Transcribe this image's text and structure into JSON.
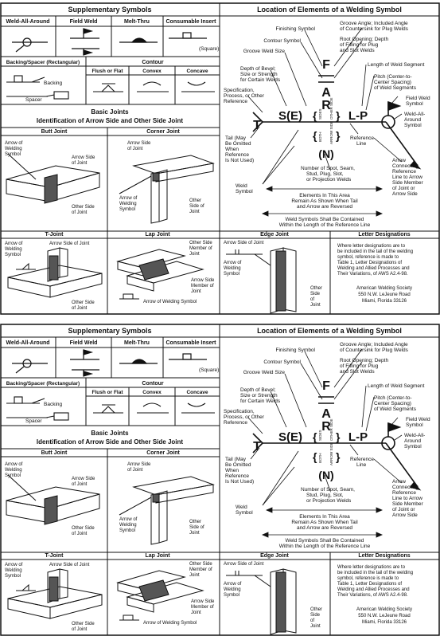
{
  "supplementary": {
    "title": "Supplementary Symbols",
    "cols": [
      "Weld-All-Around",
      "Field Weld",
      "Melt-Thru",
      "Consumable Insert"
    ],
    "square": "(Square)",
    "backing_title": "Backing/Spacer (Rectangular)",
    "contour_title": "Contour",
    "contour_cols": [
      "Flush or Flat",
      "Convex",
      "Concave"
    ],
    "backing": "Backing",
    "spacer": "Spacer"
  },
  "basic_joints": {
    "title1": "Basic Joints",
    "title2": "Identification of Arrow Side and Other Side Joint",
    "butt": {
      "title": "Butt Joint",
      "arrow_of": "Arrow of",
      "welding": "Welding",
      "symbol": "Symbol",
      "arrow_side_1": "Arrow Side",
      "arrow_side_2": "of Joint",
      "other_side_1": "Other Side",
      "other_side_2": "of Joint"
    },
    "corner": {
      "title": "Corner Joint",
      "arrow_side_1": "Arrow Side",
      "arrow_side_2": "of Joint",
      "arrow_of": "Arrow of",
      "welding": "Welding",
      "symbol": "Symbol",
      "other_1": "Other",
      "other_2": "Side of",
      "other_3": "Joint"
    },
    "tjoint": {
      "title": "T-Joint",
      "arrow_of": "Arrow of",
      "welding": "Welding",
      "symbol": "Symbol",
      "arrow_side": "Arrow Side of Joint",
      "other_side_1": "Other Side",
      "other_side_2": "of Joint"
    },
    "lap": {
      "title": "Lap Joint",
      "other_1": "Other Side",
      "other_2": "Member of",
      "other_3": "Joint",
      "arrow_1": "Arrow Side",
      "arrow_2": "Member of",
      "arrow_3": "Joint",
      "arrow_weld": "Arrow of Welding Symbol"
    },
    "edge": {
      "title": "Edge Joint",
      "arrow_side": "Arrow Side of Joint",
      "arrow_of": "Arrow of",
      "welding": "Welding",
      "symbol": "Symbol",
      "other_1": "Other",
      "other_2": "Side",
      "other_3": "of",
      "other_4": "Joint"
    }
  },
  "location": {
    "title": "Location of Elements of a Welding Symbol",
    "finishing": "Finishing Symbol",
    "contour": "Contour Symbol",
    "groove_size": "Groove Weld Size",
    "depth": [
      "Depth of Bevel;",
      "Size or Strength",
      "for Certain Welds"
    ],
    "spec": [
      "Specification,",
      "Process, or Other",
      "Reference"
    ],
    "tail": [
      "Tail (May",
      "Be Omitted",
      "When",
      "Reference",
      "Is Not Used)"
    ],
    "groove_angle": [
      "Groove Angle; Included Angle",
      "of Countersink for Plug Welds"
    ],
    "root": [
      "Root Opening; Depth",
      "of Filling for Plug",
      "and Slot Welds"
    ],
    "length": "Length of Weld Segment",
    "pitch": [
      "Pitch (Center-to-",
      "Center Spacing)",
      "of Weld Segments"
    ],
    "field": [
      "Field Weld",
      "Symbol"
    ],
    "waa": [
      "Weld-All-",
      "Around",
      "Symbol"
    ],
    "ref_line": [
      "Reference",
      "Line"
    ],
    "arrow_conn": [
      "Arrow",
      "Connecting",
      "Reference",
      "Line to Arrow",
      "Side Member",
      "of Joint or",
      "Arrow Side"
    ],
    "number": [
      "Number of Spot, Seam,",
      "Stud, Plug, Slot,",
      "or Projection Welds"
    ],
    "weld_symbol": [
      "Weld",
      "Symbol"
    ],
    "elements": [
      "Elements In This Area",
      "Remain As Shown When Tail",
      "and Arrow are Reversed"
    ],
    "within": [
      "Weld Symbols Shall Be Contained",
      "Within the Length of the Reference Line"
    ],
    "F": "F",
    "A": "A",
    "R": "R",
    "SE": "S(E)",
    "LP": "L-P",
    "N": "(N)",
    "T": "T",
    "sides": "SIDES",
    "both": "BOTH",
    "other_side": "OTHER SIDE",
    "arrow_side": "ARROW SIDE"
  },
  "letter": {
    "title": "Letter Designations",
    "text": [
      "Where letter designations are to",
      "be included in the tail of the welding",
      "symbol, reference is made to",
      "Table 1, Letter Designations of",
      "Welding and Allied Processes and",
      "Their Variations, of AWS A2.4-98."
    ],
    "society": [
      "American Welding Society",
      "550 N.W. LeJeune Road",
      "Miami, Florida  33126"
    ]
  }
}
